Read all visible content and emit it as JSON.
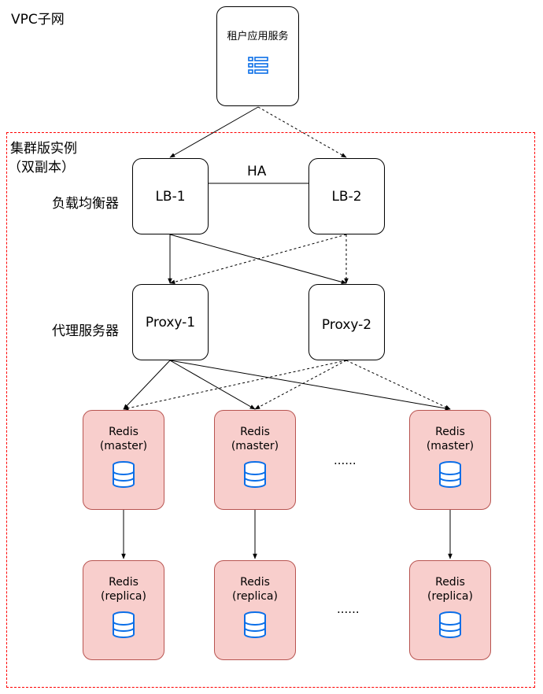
{
  "vpc_label": "VPC子网",
  "cluster_title": "集群版实例",
  "cluster_subtitle": "（双副本）",
  "tenant": {
    "label": "租户应用服务",
    "icon": "list-icon"
  },
  "lb_label": "负载均衡器",
  "proxy_label": "代理服务器",
  "lb1": "LB-1",
  "lb2": "LB-2",
  "ha": "HA",
  "proxy1": "Proxy-1",
  "proxy2": "Proxy-2",
  "ellipsis": "......",
  "masters": [
    {
      "name": "Redis",
      "role": "(master)"
    },
    {
      "name": "Redis",
      "role": "(master)"
    },
    {
      "name": "Redis",
      "role": "(master)"
    }
  ],
  "replicas": [
    {
      "name": "Redis",
      "role": "(replica)"
    },
    {
      "name": "Redis",
      "role": "(replica)"
    },
    {
      "name": "Redis",
      "role": "(replica)"
    }
  ],
  "colors": {
    "redis_fill": "#f8cecc",
    "redis_border": "#b85450",
    "cluster_border": "#ff0000",
    "icon_blue": "#0a6ee8"
  }
}
